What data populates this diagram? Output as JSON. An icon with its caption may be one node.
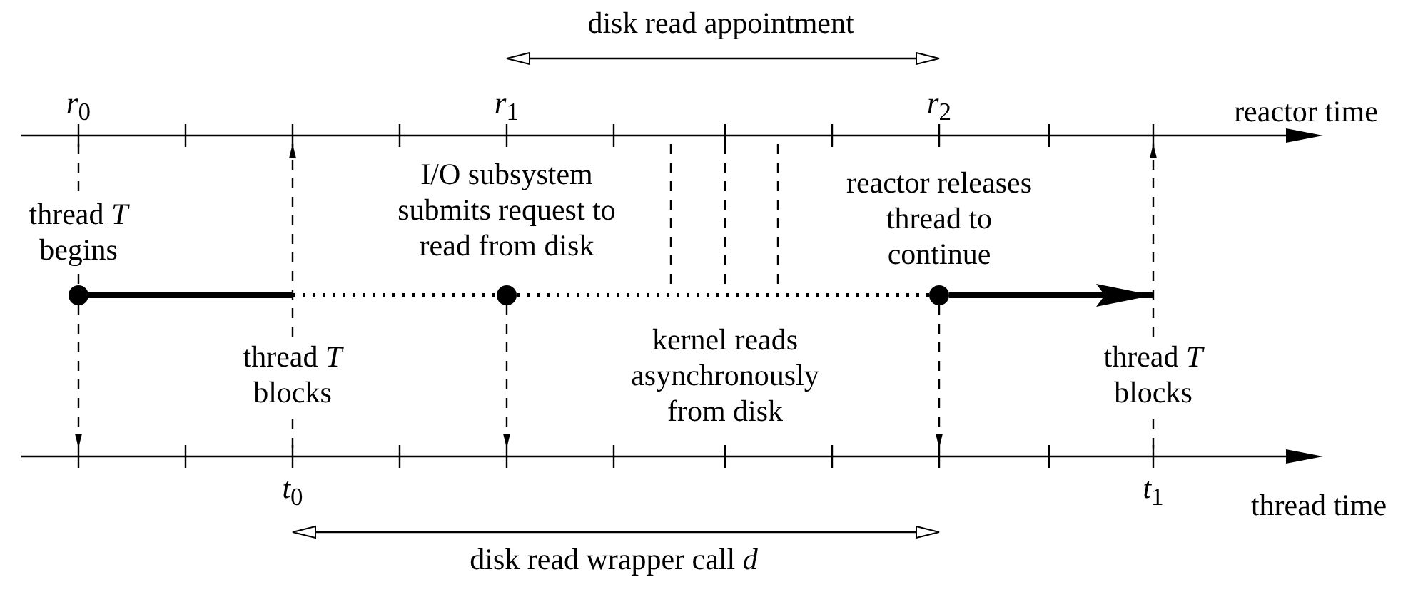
{
  "diagram": {
    "nodes": [
      {
        "text": [],
        "shape": "bar",
        "beside": [
          "reactor time"
        ]
      },
      {
        "text": [],
        "shape": "bar",
        "beside": [
          "thread time"
        ]
      },
      {
        "text": [],
        "shape": "circle",
        "beside": [
          "thread *T* begins"
        ]
      },
      {
        "text": [],
        "shape": "circle",
        "beside": [
          "I/O subsystem submits request to read from disk"
        ]
      },
      {
        "text": [],
        "shape": "circle",
        "beside": [
          "reactor releases thread to continue"
        ]
      }
    ],
    "edges": [
      {
        "from": 0,
        "to": 2,
        "arrow": "none",
        "style": "dashed"
      },
      {
        "from": 2,
        "to": 3,
        "arrow": "none",
        "style": "thick"
      },
      {
        "from": 3,
        "to": 4,
        "arrow": "none",
        "style": "dashed"
      },
      {
        "from": 4,
        "to": null,
        "arrow": "to",
        "style": "thick"
      },
      {
        "from": 2,
        "to": 1,
        "arrow": "to",
        "style": "dashed"
      },
      {
        "from": 3,
        "to": 1,
        "arrow": "to",
        "style": "dashed"
      },
      {
        "from": 4,
        "to": 1,
        "arrow": "to",
        "style": "dashed"
      },
      {
        "from": 1,
        "to": 0,
        "arrow": "to",
        "style": "dashed"
      },
      {
        "from": 1,
        "to": 0,
        "arrow": "to",
        "style": "dashed"
      },
      {
        "from": 0,
        "to": null,
        "arrow": "none",
        "style": "dashed"
      },
      {
        "from": 0,
        "to": null,
        "arrow": "none",
        "style": "dashed"
      },
      {
        "from": 0,
        "to": null,
        "arrow": "none",
        "style": "dashed"
      }
    ],
    "labels": [
      "disk read appointment",
      "*r*$_{0}$",
      "*r*$_{1}$",
      "*r*$_{2}$",
      "thread *T* blocks",
      "kernel reads asynchronously from disk",
      "thread *T* blocks",
      "*t*$_{0}$",
      "*t*$_{1}$",
      "disk read wrapper call *d*"
    ]
  }
}
